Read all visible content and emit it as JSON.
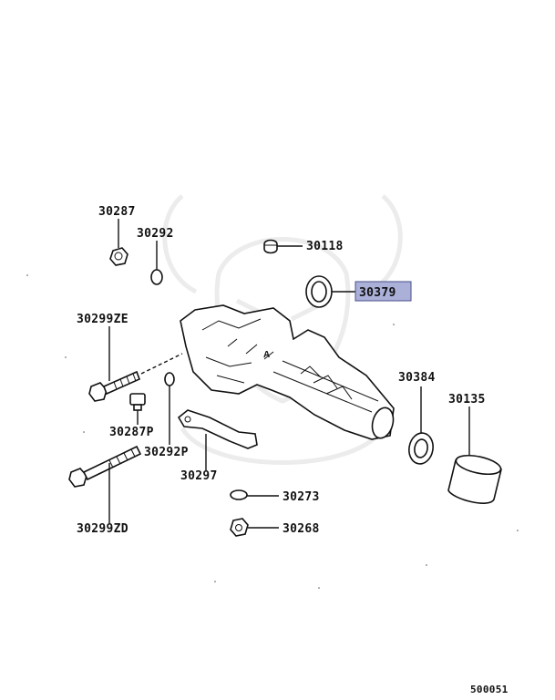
{
  "diagram": {
    "parts": [
      {
        "id": "p30287",
        "label": "30287",
        "highlight": false
      },
      {
        "id": "p30292",
        "label": "30292",
        "highlight": false
      },
      {
        "id": "p30118",
        "label": "30118",
        "highlight": false
      },
      {
        "id": "p30379",
        "label": "30379",
        "highlight": true
      },
      {
        "id": "p30299ZE",
        "label": "30299ZE",
        "highlight": false
      },
      {
        "id": "p30384",
        "label": "30384",
        "highlight": false
      },
      {
        "id": "p30135",
        "label": "30135",
        "highlight": false
      },
      {
        "id": "p30287P",
        "label": "30287P",
        "highlight": false
      },
      {
        "id": "p30292P",
        "label": "30292P",
        "highlight": false
      },
      {
        "id": "p30297",
        "label": "30297",
        "highlight": false
      },
      {
        "id": "p30273",
        "label": "30273",
        "highlight": false
      },
      {
        "id": "p30299ZD",
        "label": "30299ZD",
        "highlight": false
      },
      {
        "id": "p30268",
        "label": "30268",
        "highlight": false
      }
    ],
    "diagram_code": "500051",
    "colors": {
      "highlight_fill": "#aab0d8",
      "highlight_border": "#4a4f8a",
      "ink": "#111111"
    }
  }
}
